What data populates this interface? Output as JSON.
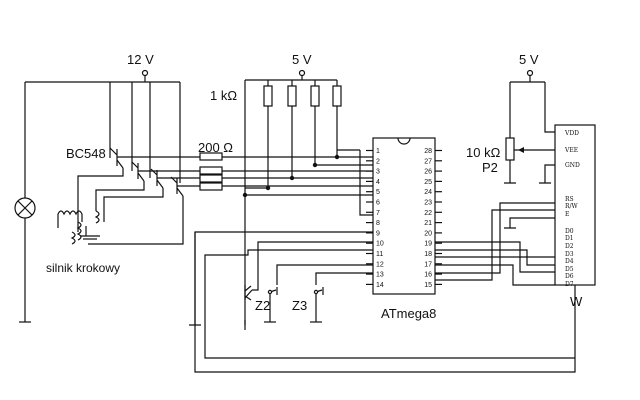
{
  "labels": {
    "supply_12v": "12 V",
    "supply_5v_left": "5 V",
    "supply_5v_right": "5 V",
    "r_1k": "1 kΩ",
    "r_200": "200 Ω",
    "transistor": "BC548",
    "motor": "silnik krokowy",
    "pot_value": "10 kΩ",
    "pot_name": "P2",
    "switch_z2": "Z2",
    "switch_z3": "Z3",
    "mcu_name": "ATmega8",
    "lcd_name": "W"
  },
  "mcu_pins_left": [
    "1",
    "2",
    "3",
    "4",
    "5",
    "6",
    "7",
    "8",
    "9",
    "10",
    "11",
    "12",
    "13",
    "14"
  ],
  "mcu_pins_right": [
    "28",
    "27",
    "26",
    "25",
    "24",
    "23",
    "22",
    "21",
    "20",
    "19",
    "18",
    "17",
    "16",
    "15"
  ],
  "lcd_pins": [
    "VDD",
    "VEE",
    "GND",
    "RS",
    "R/W",
    "E",
    "D0",
    "D1",
    "D2",
    "D3",
    "D4",
    "D5",
    "D6",
    "D7"
  ]
}
